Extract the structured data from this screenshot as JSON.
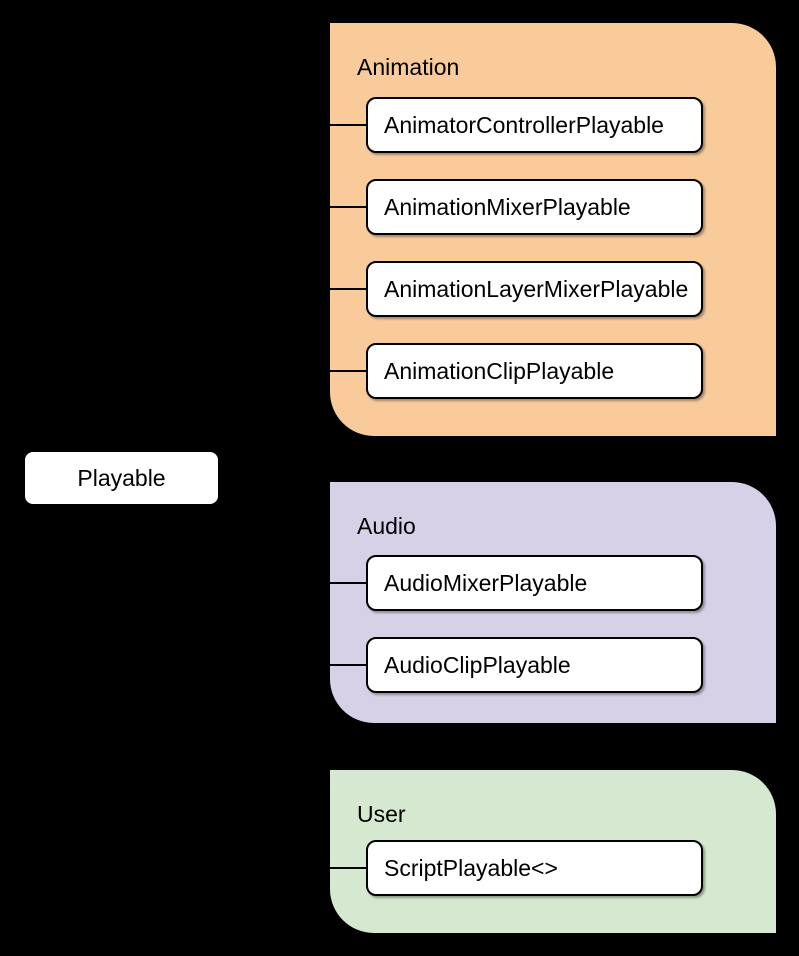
{
  "diagram": {
    "type": "class-hierarchy",
    "background": "#000000",
    "connector_color": "#000000",
    "node": {
      "fill": "#ffffff",
      "border": "#000000",
      "text_color": "#000000"
    },
    "root": {
      "label": "Playable"
    },
    "groups": [
      {
        "label": "Animation",
        "color": "#f9cb9b",
        "items": [
          "AnimatorControllerPlayable",
          "AnimationMixerPlayable",
          "AnimationLayerMixerPlayable",
          "AnimationClipPlayable"
        ]
      },
      {
        "label": "Audio",
        "color": "#d7d1e8",
        "items": [
          "AudioMixerPlayable",
          "AudioClipPlayable"
        ]
      },
      {
        "label": "User",
        "color": "#d5e8d0",
        "items": [
          "ScriptPlayable<>"
        ]
      }
    ]
  }
}
